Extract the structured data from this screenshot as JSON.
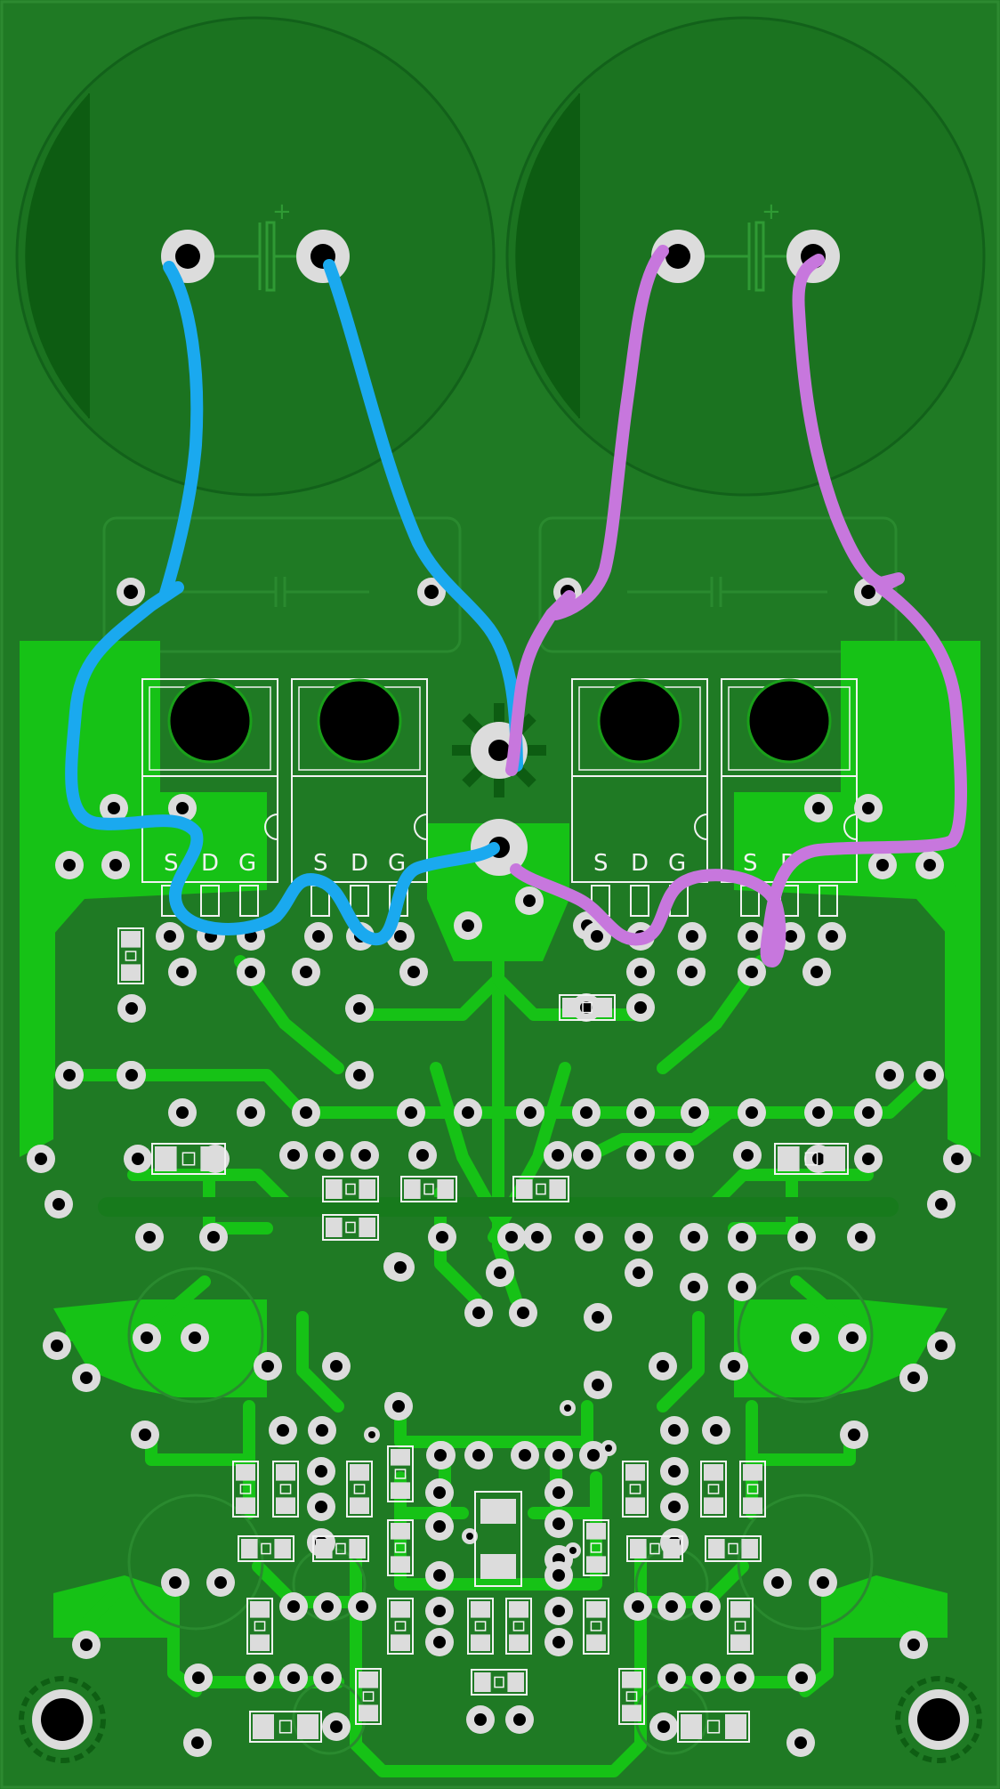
{
  "colors": {
    "board": "#1f7a24",
    "board_dark": "#176b1d",
    "copper": "#16c216",
    "pad": "#dcdcdc",
    "hole": "#000000",
    "silk": "#f2f2f2",
    "wire_a": "#1aa9ef",
    "wire_b": "#c777dd"
  },
  "mosfets": [
    {
      "pins": [
        "S",
        "D",
        "G"
      ]
    },
    {
      "pins": [
        "S",
        "D",
        "G"
      ]
    },
    {
      "pins": [
        "S",
        "D",
        "G"
      ]
    },
    {
      "pins": [
        "S",
        "D"
      ]
    }
  ],
  "capacitor_marks": [
    "+",
    "+"
  ],
  "wires": [
    {
      "color_key": "wire_a"
    },
    {
      "color_key": "wire_a"
    },
    {
      "color_key": "wire_b"
    },
    {
      "color_key": "wire_b"
    }
  ]
}
